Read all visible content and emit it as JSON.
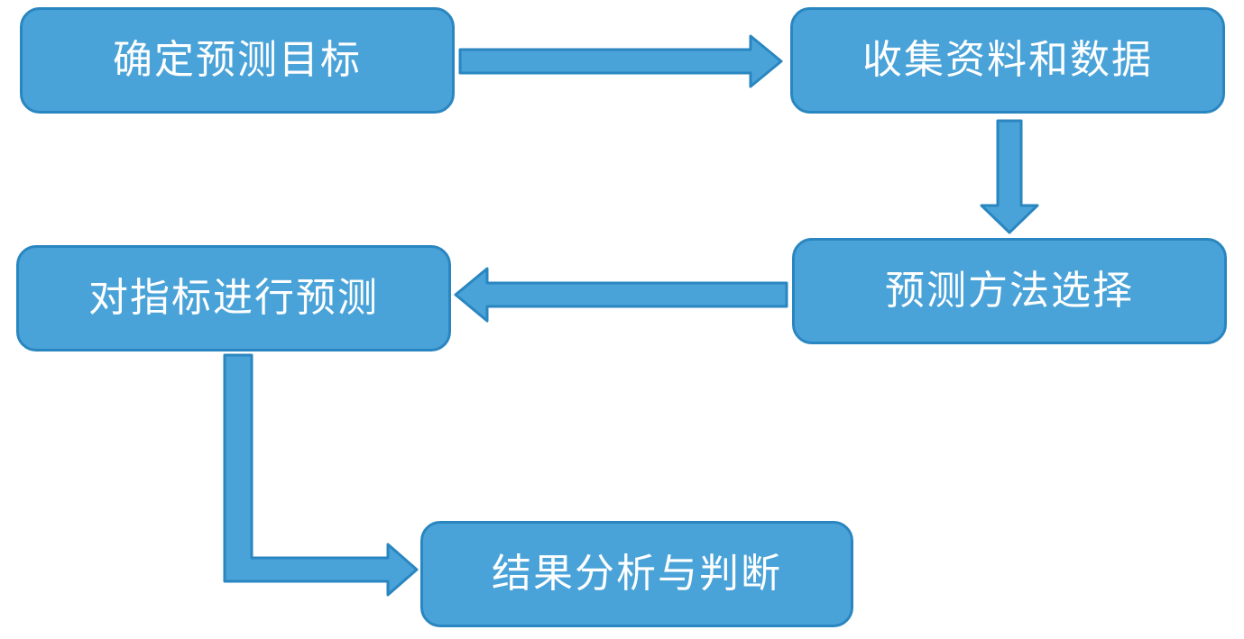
{
  "diagram": {
    "type": "flowchart",
    "colors": {
      "box_fill": "#4aa3d8",
      "box_border": "#2a86c0",
      "arrow_fill": "#4aa3d8",
      "arrow_border": "#2a86c0",
      "text": "#ffffff"
    },
    "steps": [
      {
        "label": "确定预测目标"
      },
      {
        "label": "收集资料和数据"
      },
      {
        "label": "预测方法选择"
      },
      {
        "label": "对指标进行预测"
      },
      {
        "label": "结果分析与判断"
      }
    ],
    "connections": [
      {
        "from": 0,
        "to": 1
      },
      {
        "from": 1,
        "to": 2
      },
      {
        "from": 2,
        "to": 3
      },
      {
        "from": 3,
        "to": 4
      }
    ]
  }
}
